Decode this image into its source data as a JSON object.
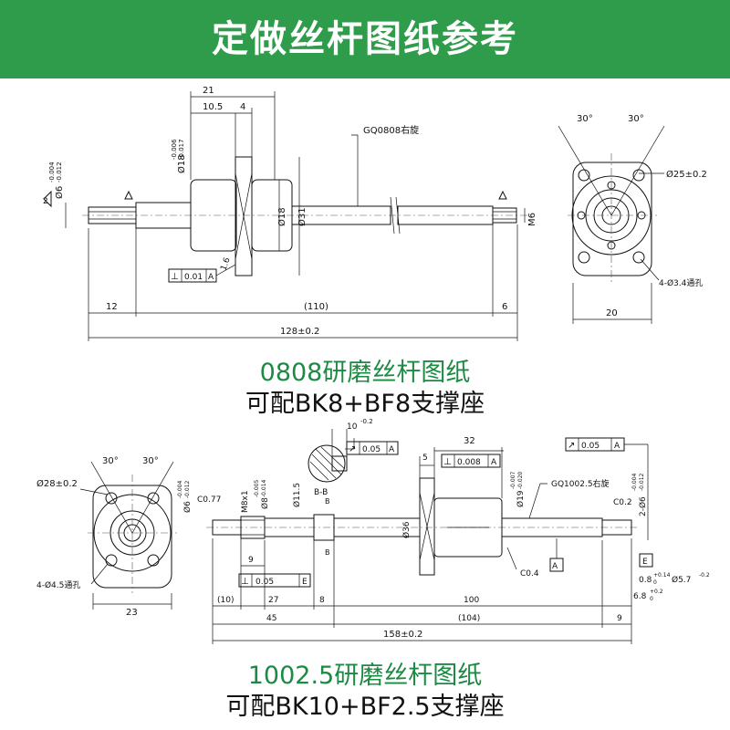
{
  "header": {
    "title": "定做丝杆图纸参考"
  },
  "drawing1": {
    "caption": "0808研磨丝杆图纸",
    "subcaption": "可配BK8+BF8支撑座",
    "part_label": "GQ0808右旋",
    "dims": {
      "top_total": "21",
      "top_a": "10.5",
      "top_b": "4",
      "flange_dia": "Ø18",
      "flange_tol_hi": "-0.006",
      "flange_tol_lo": "-0.017",
      "end_dia": "Ø6",
      "end_tol_hi": "-0.004",
      "end_tol_lo": "-0.012",
      "nut_dia": "Ø18",
      "body_dia": "Ø31",
      "thread_end": "M6",
      "chamfer": "1.6",
      "perp_tol": "0.01",
      "perp_ref": "A",
      "left_len": "12",
      "mid_len": "(110)",
      "right_len": "6",
      "total_len": "128±0.2",
      "angle_left": "30°",
      "angle_right": "30°",
      "pcd": "Ø25±0.2",
      "holes": "4-Ø3.4通孔",
      "width": "20",
      "datum_mark": "2"
    }
  },
  "drawing2": {
    "caption": "1002.5研磨丝杆图纸",
    "subcaption": "可配BK10+BF2.5支撑座",
    "part_label": "GQ1002.5右旋",
    "dims": {
      "angle_left": "30°",
      "angle_right": "30°",
      "flange_dia": "Ø28±0.2",
      "holes": "4-Ø4.5通孔",
      "width": "23",
      "slot_w": "10",
      "slot_tol": "-0.2",
      "runout_a": "0.05",
      "runout_ref": "A",
      "section": "B-B",
      "b_mark": "B",
      "nut_len": "32",
      "step": "5",
      "perp_b": "0.008",
      "perp_b_ref": "A",
      "runout_b": "0.05",
      "runout_b_ref": "A",
      "d19": "Ø19",
      "d19_hi": "-0.007",
      "d19_lo": "-0.020",
      "d6_r": "2-Ø6",
      "d6_r_hi": "-0.004",
      "d6_r_lo": "-0.012",
      "c02": "C0.2",
      "c04": "C0.4",
      "c077": "C0.77",
      "d6_l": "Ø6",
      "d6_l_hi": "-0.004",
      "d6_l_lo": "-0.012",
      "thread": "M8x1",
      "d8": "Ø8",
      "d8_hi": "-0.005",
      "d8_lo": "-0.014",
      "d115": "Ø11.5",
      "d36": "Ø36",
      "len_9": "9",
      "perp_e": "0.05",
      "perp_e_ref": "E",
      "datum_e": "E",
      "datum_a": "A",
      "len_10": "(10)",
      "len_27": "27",
      "len_8": "8",
      "len_100": "100",
      "len_45": "45",
      "len_104": "(104)",
      "len_9r": "9",
      "total_len": "158±0.2",
      "groove_w": "0.8",
      "groove_w_hi": "+0.14",
      "groove_w_lo": "0",
      "groove_d": "Ø5.7",
      "groove_d_tol": "-0.2",
      "groove_pos": "6.8",
      "groove_pos_hi": "+0.2",
      "groove_pos_lo": "0"
    }
  }
}
